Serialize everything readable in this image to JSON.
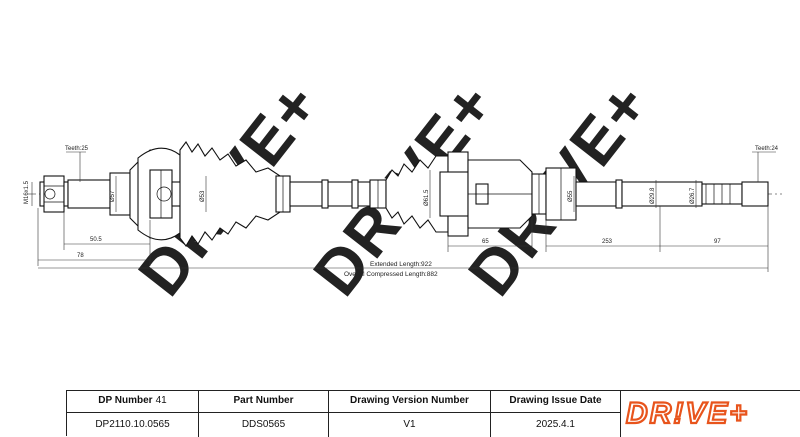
{
  "watermark": {
    "text": "DR!VE+"
  },
  "annotations": {
    "teeth_left": "Teeth:25",
    "teeth_right": "Teeth:24",
    "thread": "M16x1.5",
    "dim_50_5": "50.5",
    "dim_78": "78",
    "dia_a": "Ø57",
    "dia_b": "Ø53",
    "dia_c": "Ø61.5",
    "dia_d": "Ø55",
    "dia_e": "Ø29.8",
    "dia_f": "Ø26.7",
    "dim_65": "65",
    "dim_253": "253",
    "dim_97": "97",
    "extended_length": "Extended Length:922",
    "compressed_length": "Overall Compressed Length:882"
  },
  "title_block": {
    "dp_number_label": "DP Number",
    "dp_number_count": "41",
    "dp_number_value": "DP2110.10.0565",
    "part_number_label": "Part Number",
    "part_number_value": "DDS0565",
    "version_label": "Drawing Version Number",
    "version_value": "V1",
    "issue_date_label": "Drawing Issue Date",
    "issue_date_value": "2025.4.1"
  },
  "logo": {
    "text": "DR!VE+",
    "color": "#e8541c"
  }
}
